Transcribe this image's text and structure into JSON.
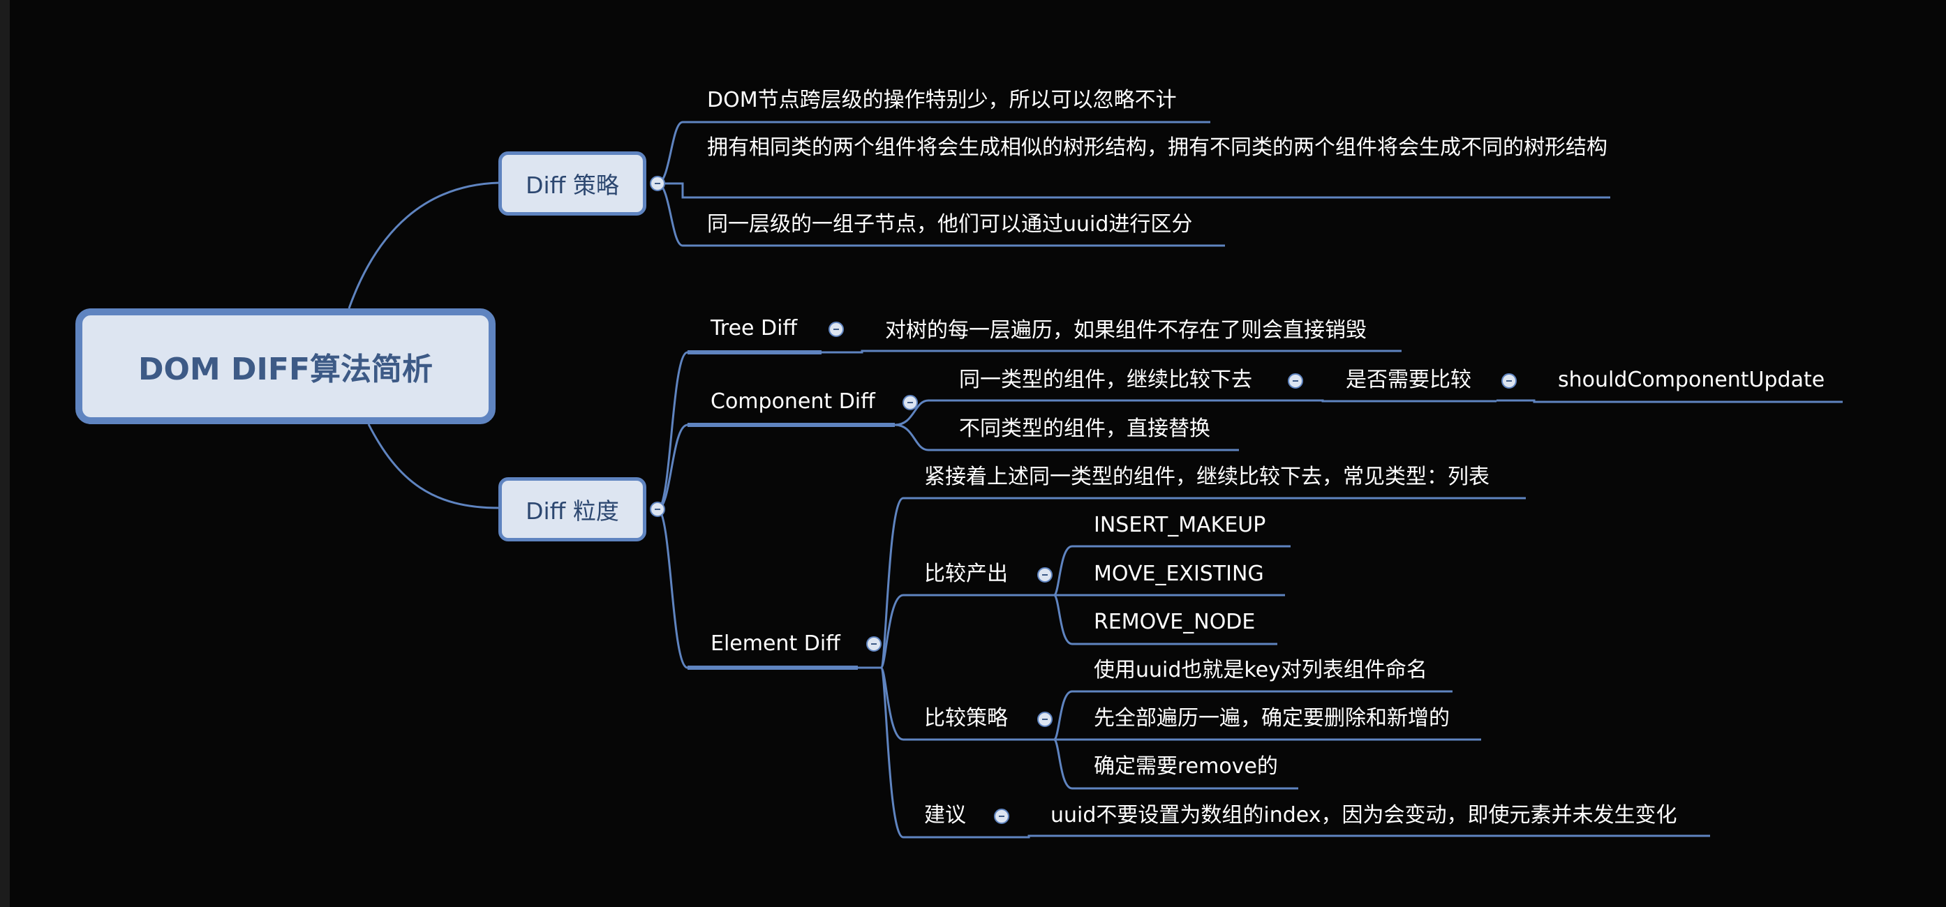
{
  "mindmap": {
    "root": "DOM DIFF算法简析",
    "strategy": {
      "label": "Diff 策略",
      "items": [
        "DOM节点跨层级的操作特别少，所以可以忽略不计",
        "拥有相同类的两个组件将会生成相似的树形结构，拥有不同类的两个组件将会生成不同的树形结构",
        "同一层级的一组子节点，他们可以通过uuid进行区分"
      ]
    },
    "granularity": {
      "label": "Diff 粒度",
      "tree_diff": {
        "label": "Tree Diff",
        "desc": "对树的每一层遍历，如果组件不存在了则会直接销毁"
      },
      "component_diff": {
        "label": "Component Diff",
        "same_type": "同一类型的组件，继续比较下去",
        "need_compare": "是否需要比较",
        "should_update": "shouldComponentUpdate",
        "diff_type": "不同类型的组件，直接替换"
      },
      "element_diff": {
        "label": "Element Diff",
        "intro": "紧接着上述同一类型的组件，继续比较下去，常见类型：列表",
        "output_label": "比较产出",
        "outputs": [
          "INSERT_MAKEUP",
          "MOVE_EXISTING",
          "REMOVE_NODE"
        ],
        "strategy_label": "比较策略",
        "strategies": [
          "使用uuid也就是key对列表组件命名",
          "先全部遍历一遍，确定要删除和新增的",
          "确定需要remove的"
        ],
        "advice_label": "建议",
        "advice": "uuid不要设置为数组的index，因为会变动，即使元素并未发生变化"
      }
    }
  },
  "colors": {
    "background": "#060606",
    "line": "#5f84c0",
    "node_fill": "#dde5f1",
    "node_text": "#3d5a86",
    "text": "#ffffff"
  }
}
